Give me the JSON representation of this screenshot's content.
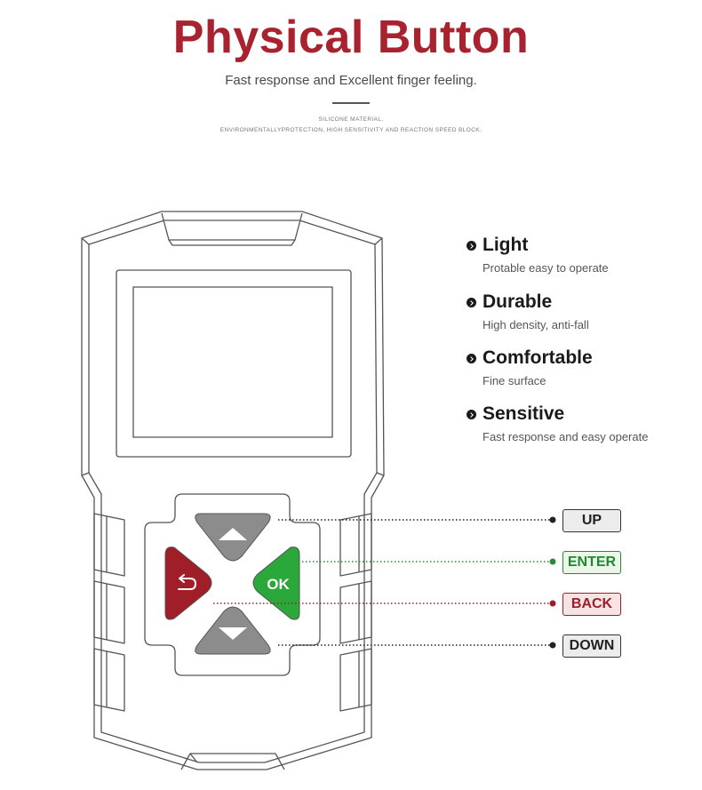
{
  "header": {
    "title": "Physical Button",
    "subtitle": "Fast response and Excellent finger feeling.",
    "note_line1": "SILICONE MATERIAL,",
    "note_line2": "ENVIRONMENTALLYPROTECTION, HIGH SENSITIVITY AND REACTION SPEED BLOCK."
  },
  "features": [
    {
      "name": "Light",
      "desc": "Protable easy to operate"
    },
    {
      "name": "Durable",
      "desc": "High density, anti-fall"
    },
    {
      "name": "Comfortable",
      "desc": "Fine surface"
    },
    {
      "name": "Sensitive",
      "desc": "Fast response and easy operate"
    }
  ],
  "keypad": {
    "ok_label": "OK"
  },
  "callouts": {
    "up": "UP",
    "enter": "ENTER",
    "back": "BACK",
    "down": "DOWN"
  },
  "colors": {
    "brand_red": "#a8232f",
    "enter_green": "#2aa83a",
    "back_red": "#a01e28",
    "arrow_gray": "#8c8c8c"
  }
}
